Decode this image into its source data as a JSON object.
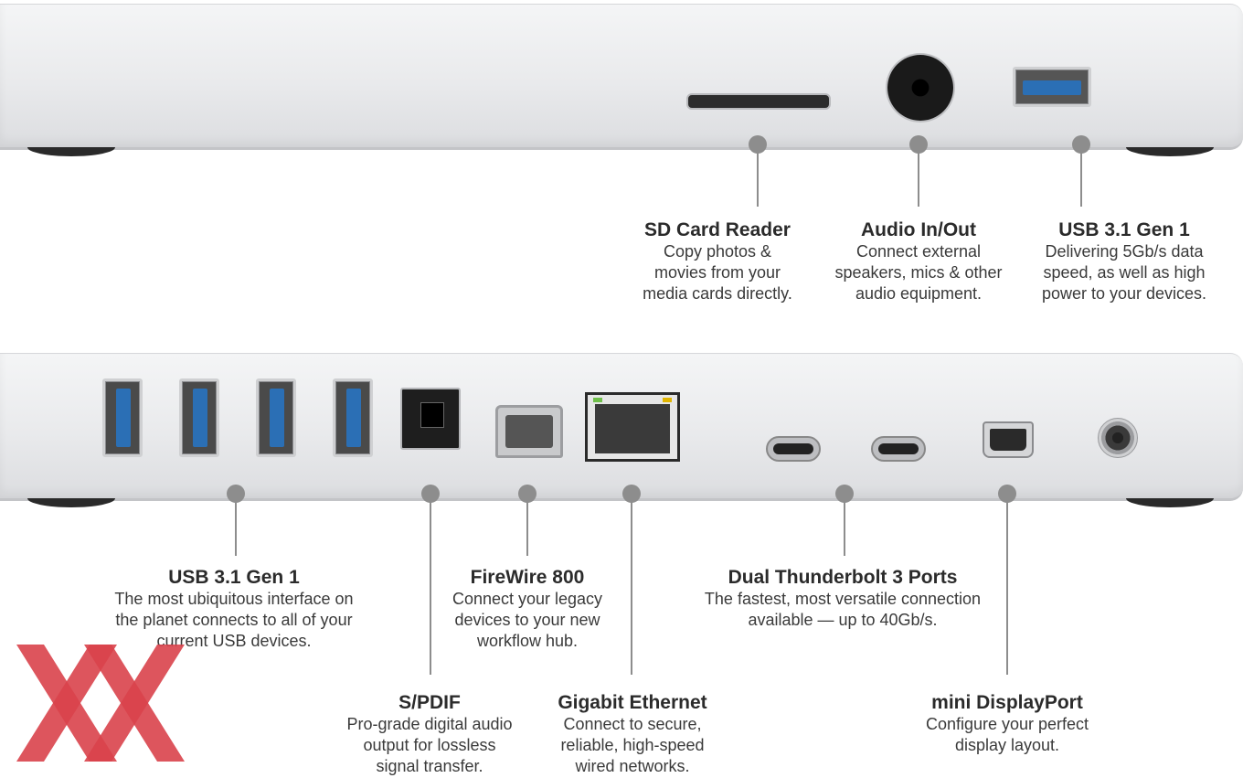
{
  "top_labels": [
    {
      "title": "SD Card Reader",
      "desc": [
        "Copy photos &",
        "movies from your",
        "media cards directly."
      ]
    },
    {
      "title": "Audio In/Out",
      "desc": [
        "Connect external",
        "speakers, mics & other",
        "audio equipment."
      ]
    },
    {
      "title": "USB 3.1 Gen 1",
      "desc": [
        "Delivering 5Gb/s data",
        "speed, as well as high",
        "power to your devices."
      ]
    }
  ],
  "bottom_labels": [
    {
      "title": "USB 3.1 Gen 1",
      "desc": [
        "The most ubiquitous interface on",
        "the planet connects to all of your",
        "current USB devices."
      ]
    },
    {
      "title": "FireWire 800",
      "desc": [
        "Connect your legacy",
        "devices to your new",
        "workflow hub."
      ]
    },
    {
      "title": "Dual Thunderbolt 3 Ports",
      "desc": [
        "The fastest, most versatile connection",
        "available — up to 40Gb/s."
      ]
    },
    {
      "title": "S/PDIF",
      "desc": [
        "Pro-grade digital audio",
        "output for lossless",
        "signal transfer."
      ]
    },
    {
      "title": "Gigabit Ethernet",
      "desc": [
        "Connect to secure,",
        "reliable, high-speed",
        "wired networks."
      ]
    },
    {
      "title": "mini DisplayPort",
      "desc": [
        "Configure your perfect",
        "display layout."
      ]
    }
  ],
  "colors": {
    "usb_blue": "#2b6fb5",
    "callout_gray": "#8d8d8d",
    "logo_red": "#d9434b"
  }
}
